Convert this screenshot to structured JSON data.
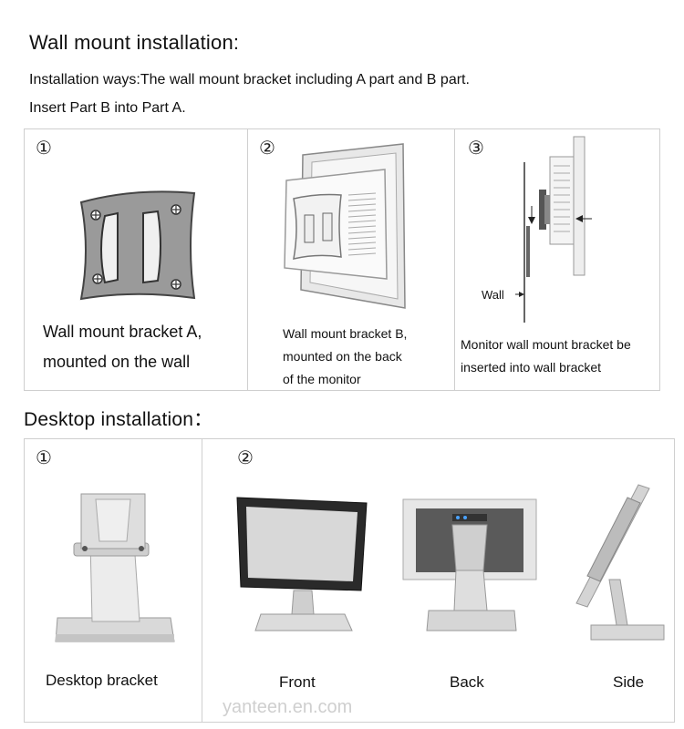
{
  "wall": {
    "title": "Wall mount installation:",
    "line1": "Installation ways:The wall mount bracket including  A part and B part.",
    "line2": "Insert Part B into Part A.",
    "steps": [
      {
        "num": "①",
        "caption_l1": "Wall mount bracket A,",
        "caption_l2": "mounted on the wall"
      },
      {
        "num": "②",
        "caption_l1": "Wall mount bracket B,",
        "caption_l2": "mounted on the back",
        "caption_l3": "of the monitor"
      },
      {
        "num": "③",
        "wall_label": "Wall",
        "caption_l1": "Monitor wall mount bracket be",
        "caption_l2": "inserted into wall bracket"
      }
    ]
  },
  "desktop": {
    "title": "Desktop installation：",
    "step1": {
      "num": "①",
      "label": "Desktop bracket"
    },
    "step2": {
      "num": "②",
      "labels": [
        "Front",
        "Back",
        "Side"
      ]
    }
  },
  "watermark": "yanteen.en.com"
}
